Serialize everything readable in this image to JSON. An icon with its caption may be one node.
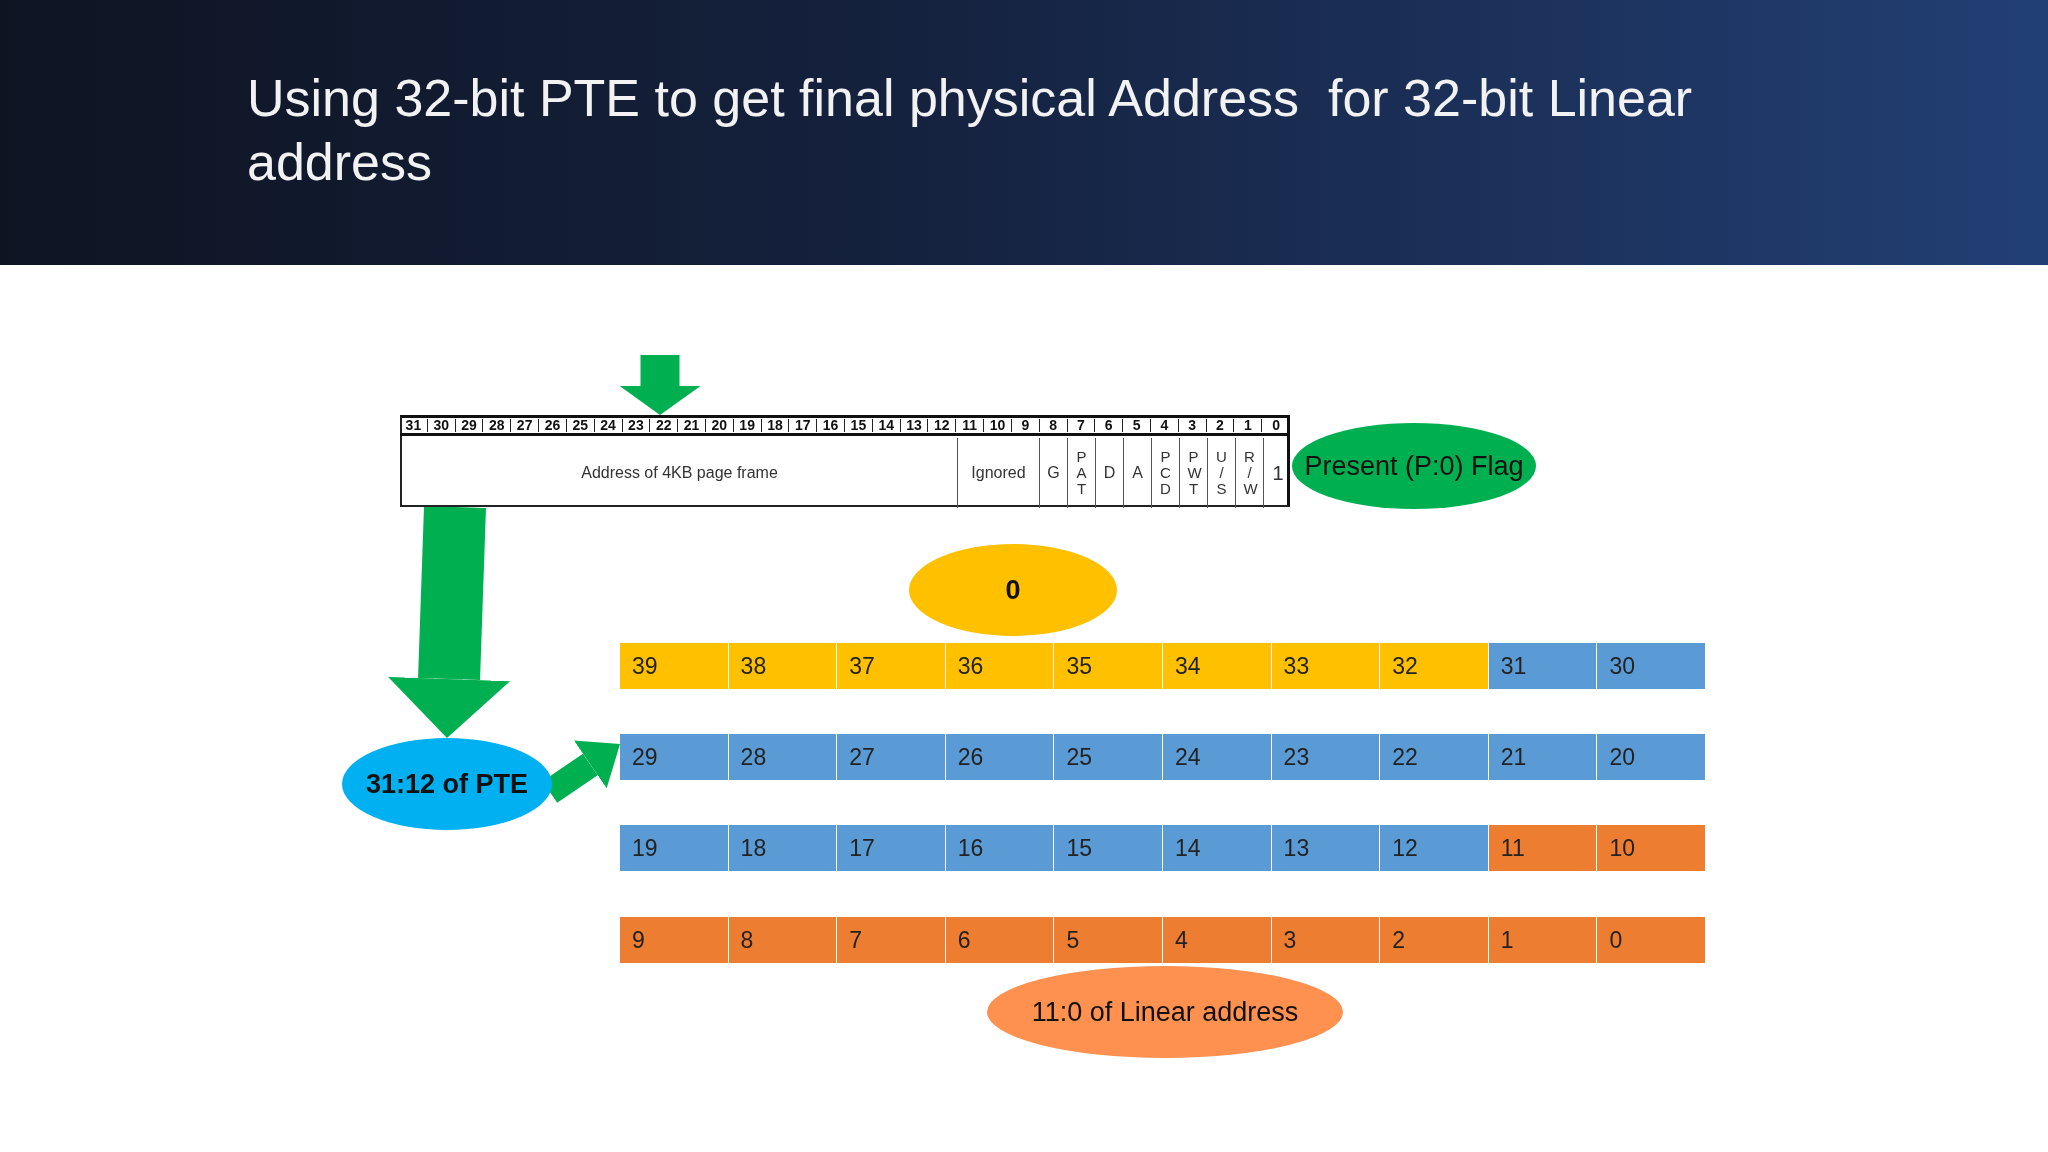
{
  "diagram": {
    "title": "Using 32-bit PTE to get final physical Address  for 32-bit Linear address",
    "nodes": [
      {
        "text": [],
        "shape": "box"
      },
      {
        "text": [
          "Address of 4KB page frame"
        ],
        "in": 0
      },
      {
        "text": [
          "Ignored"
        ],
        "in": 0
      },
      {
        "text": [
          "G"
        ],
        "in": 0
      },
      {
        "text": [
          "P A T"
        ],
        "in": 0
      },
      {
        "text": [
          "D"
        ],
        "in": 0
      },
      {
        "text": [
          "A"
        ],
        "in": 0
      },
      {
        "text": [
          "P C D"
        ],
        "in": 0
      },
      {
        "text": [
          "P W T"
        ],
        "in": 0
      },
      {
        "text": [
          "U / S"
        ],
        "in": 0
      },
      {
        "text": [
          "R / W"
        ],
        "in": 0
      },
      {
        "text": [
          "1"
        ],
        "in": 0
      },
      {
        "text": [
          "Present (P:0) Flag"
        ]
      },
      {
        "text": [
          "0"
        ]
      },
      {
        "text": [
          "39"
        ]
      },
      {
        "text": [
          "38"
        ]
      },
      {
        "text": [
          "37"
        ]
      },
      {
        "text": [
          "36"
        ]
      },
      {
        "text": [
          "35"
        ]
      },
      {
        "text": [
          "34"
        ]
      },
      {
        "text": [
          "33"
        ]
      },
      {
        "text": [
          "32"
        ]
      },
      {
        "text": [
          "31"
        ]
      },
      {
        "text": [
          "30"
        ]
      },
      {
        "text": [
          "31:12 of PTE"
        ]
      },
      {
        "text": [
          "29"
        ]
      },
      {
        "text": [
          "28"
        ]
      },
      {
        "text": [
          "27"
        ]
      },
      {
        "text": [
          "26"
        ]
      },
      {
        "text": [
          "25"
        ]
      },
      {
        "text": [
          "24"
        ]
      },
      {
        "text": [
          "23"
        ]
      },
      {
        "text": [
          "22"
        ]
      },
      {
        "text": [
          "21"
        ]
      },
      {
        "text": [
          "20"
        ]
      },
      {
        "text": [
          "19"
        ]
      },
      {
        "text": [
          "18"
        ]
      },
      {
        "text": [
          "17"
        ]
      },
      {
        "text": [
          "16"
        ]
      },
      {
        "text": [
          "15"
        ]
      },
      {
        "text": [
          "14"
        ]
      },
      {
        "text": [
          "13"
        ]
      },
      {
        "text": [
          "12"
        ]
      },
      {
        "text": [
          "11"
        ]
      },
      {
        "text": [
          "10"
        ]
      },
      {
        "text": [
          "9"
        ]
      },
      {
        "text": [
          "8"
        ]
      },
      {
        "text": [
          "7"
        ]
      },
      {
        "text": [
          "6"
        ]
      },
      {
        "text": [
          "5"
        ]
      },
      {
        "text": [
          "4"
        ]
      },
      {
        "text": [
          "3"
        ]
      },
      {
        "text": [
          "2"
        ]
      },
      {
        "text": [
          "1"
        ]
      },
      {
        "text": [
          "0"
        ]
      },
      {
        "text": [
          "11:0 of Linear address"
        ]
      }
    ],
    "edges": [
      {
        "from": null,
        "to": 0,
        "arrow": "to"
      },
      {
        "from": 0,
        "to": 24,
        "arrow": "to"
      },
      {
        "from": 24,
        "to": 25,
        "arrow": "to"
      }
    ],
    "labels": [
      "31",
      "30",
      "29",
      "28",
      "27",
      "26",
      "25",
      "24",
      "23",
      "22",
      "21",
      "20",
      "19",
      "18",
      "17",
      "16",
      "15",
      "14",
      "13",
      "12",
      "11",
      "10",
      "9",
      "8",
      "7",
      "6",
      "5",
      "4",
      "3",
      "2",
      "1",
      "0"
    ]
  }
}
